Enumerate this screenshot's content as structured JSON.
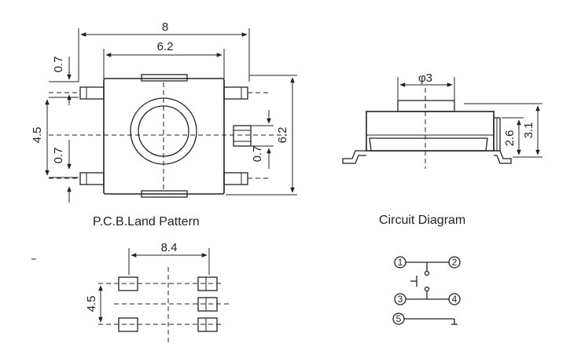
{
  "top_view": {
    "dim_width_total": "8",
    "dim_width_body": "6.2",
    "dim_top_offset": "0.7",
    "dim_left_pitch": "4.5",
    "dim_left_pin": "0.7",
    "dim_right_pin": "0.7",
    "dim_height_body": "6.2"
  },
  "side_view": {
    "dim_button_diameter": "φ3",
    "dim_body_height": "2.6",
    "dim_total_height": "3.1"
  },
  "pcb_land_pattern": {
    "caption": "P.C.B.Land Pattern",
    "dim_pad_span": "8.4",
    "dim_pad_pitch": "4.5"
  },
  "circuit_diagram": {
    "caption": "Circuit Diagram",
    "pins": [
      "1",
      "2",
      "3",
      "4",
      "5"
    ]
  }
}
